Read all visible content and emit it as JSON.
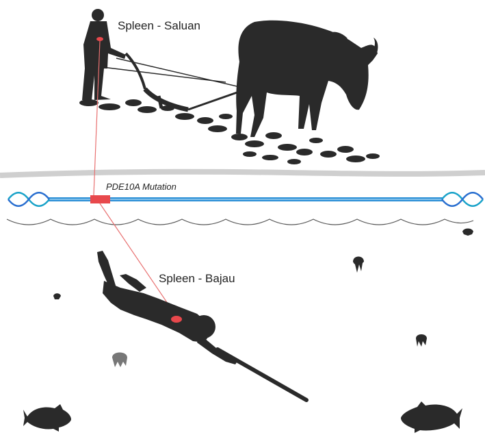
{
  "labels": {
    "top": "Spleen - Saluan",
    "bottom": "Spleen - Bajau",
    "gene": "PDE10A Mutation"
  },
  "colors": {
    "silhouette": "#2a2a2a",
    "spleen": "#e8484c",
    "link_line": "#e87070",
    "dna_strand": "#2c8fd6",
    "dna_helix_a": "#1aa3c9",
    "dna_helix_b": "#2a6fd0",
    "ground_band": "#cfcfcf",
    "wave": "#555555",
    "grey_object": "#777777"
  },
  "icons": [
    "man-plowing-icon",
    "water-buffalo-icon",
    "plow-icon",
    "diver-icon",
    "spear-icon",
    "fish-icon",
    "jellyfish-icon",
    "dna-helix-icon"
  ]
}
